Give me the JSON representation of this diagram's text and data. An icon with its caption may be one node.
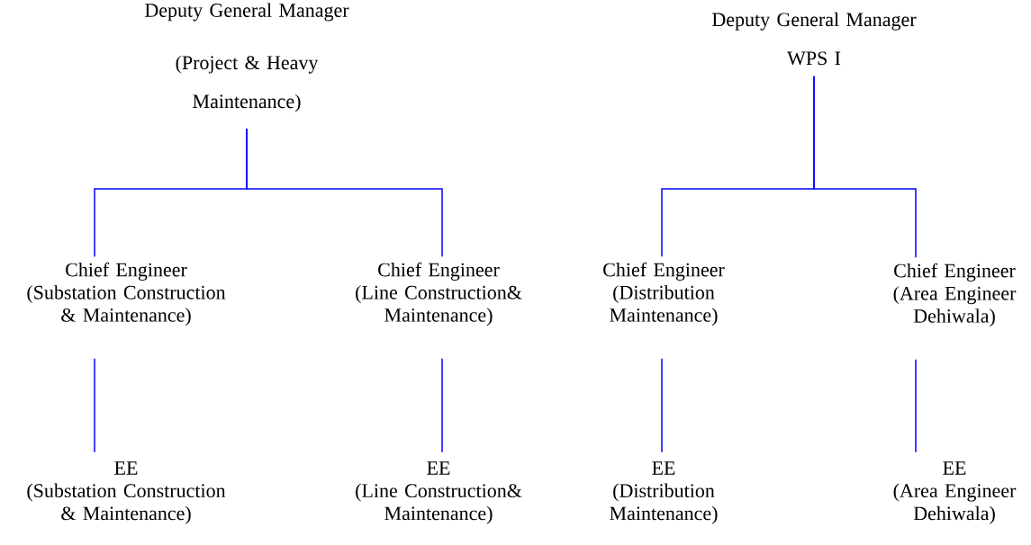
{
  "diagram": {
    "nodes": [
      {
        "text": [
          "Deputy General Manager",
          "(Project & Heavy Maintenance)"
        ]
      },
      {
        "text": [
          "Deputy General Manager",
          "WPS I"
        ]
      },
      {
        "text": [
          "Chief Engineer",
          "(Substation Construction & Maintenance)"
        ]
      },
      {
        "text": [
          "Chief Engineer",
          "(Line Construction& Maintenance)"
        ]
      },
      {
        "text": [
          "Chief Engineer",
          "(Distribution Maintenance)"
        ]
      },
      {
        "text": [
          "Chief Engineer",
          "(Area Engineer Dehiwala)"
        ]
      },
      {
        "text": [
          "EE",
          "(Substation Construction & Maintenance)"
        ]
      },
      {
        "text": [
          "EE",
          "(Line Construction& Maintenance)"
        ]
      },
      {
        "text": [
          "EE",
          "(Distribution Maintenance)"
        ]
      },
      {
        "text": [
          "EE",
          "(Area Engineer Dehiwala)"
        ]
      }
    ],
    "edges": [
      {
        "from": 0,
        "to": 2,
        "arrow": "none"
      },
      {
        "from": 0,
        "to": 3,
        "arrow": "none"
      },
      {
        "from": 1,
        "to": 4,
        "arrow": "none"
      },
      {
        "from": 1,
        "to": 5,
        "arrow": "none"
      },
      {
        "from": 2,
        "to": 6,
        "arrow": "none"
      },
      {
        "from": 3,
        "to": 7,
        "arrow": "none"
      },
      {
        "from": 4,
        "to": 8,
        "arrow": "none"
      },
      {
        "from": 5,
        "to": 9,
        "arrow": "none"
      }
    ]
  }
}
